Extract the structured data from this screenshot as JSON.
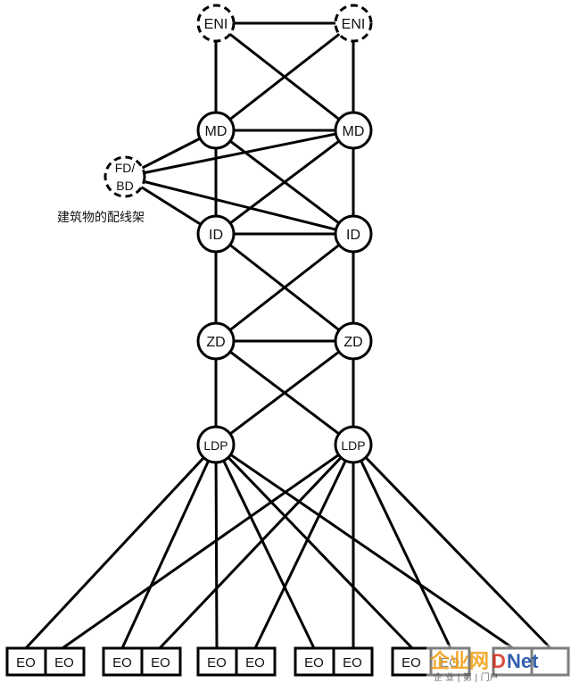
{
  "nodes": {
    "eni_left": "ENI",
    "eni_right": "ENI",
    "md_left": "MD",
    "md_right": "MD",
    "fd_bd_line1": "FD/",
    "fd_bd_line2": "BD",
    "id_left": "ID",
    "id_right": "ID",
    "zd_left": "ZD",
    "zd_right": "ZD",
    "ldp_left": "LDP",
    "ldp_right": "LDP"
  },
  "building_distributor_caption": "建筑物的配线架",
  "outlets": [
    "EO",
    "EO",
    "EO",
    "EO",
    "EO",
    "EO",
    "EO",
    "EO",
    "EO",
    "EO"
  ],
  "watermark": {
    "logo_a": "企业网",
    "logo_b": "D",
    "logo_c": "Net",
    "subtitle": "企 业 | 第 | 门户"
  }
}
